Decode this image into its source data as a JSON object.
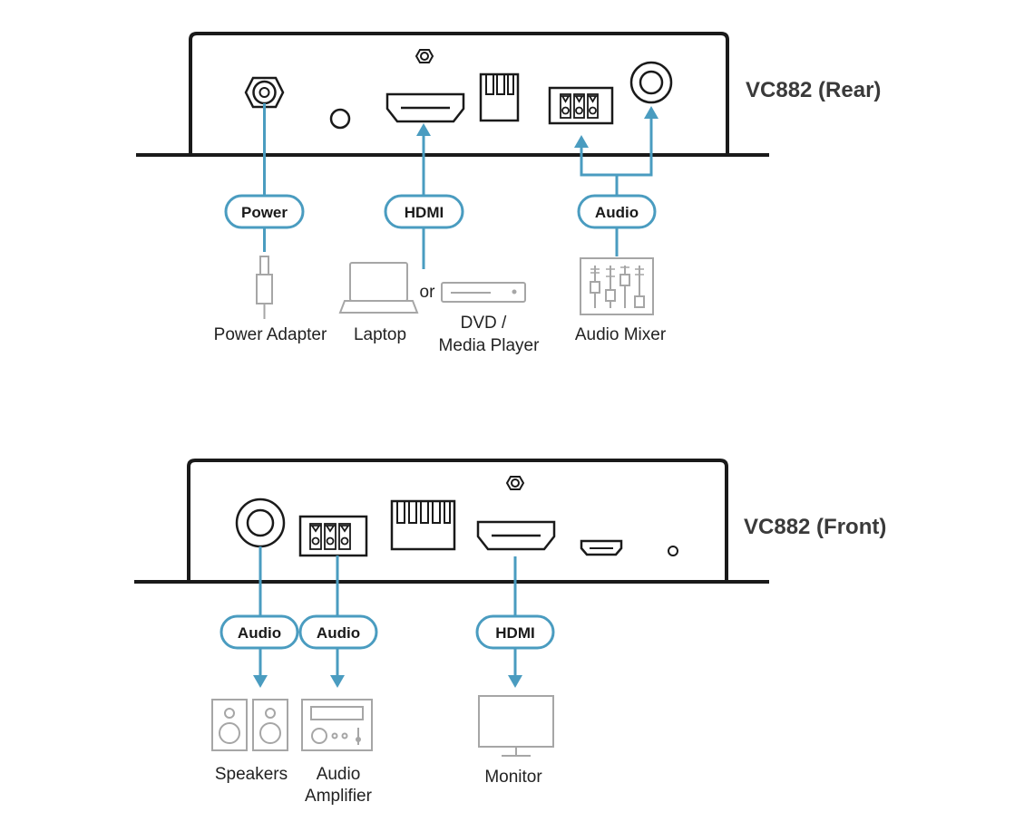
{
  "colors": {
    "connector": "#4a9cc0",
    "device": "#a6a6a6",
    "outline": "#1a1a1a"
  },
  "rear": {
    "title": "VC882 (Rear)",
    "pills": {
      "power": "Power",
      "hdmi": "HDMI",
      "audio": "Audio"
    },
    "labels": {
      "power_adapter": "Power Adapter",
      "laptop": "Laptop",
      "or": "or",
      "dvd_line1": "DVD /",
      "dvd_line2": "Media Player",
      "audio_mixer": "Audio Mixer"
    }
  },
  "front": {
    "title": "VC882 (Front)",
    "pills": {
      "audio_speakers": "Audio",
      "audio_amplifier": "Audio",
      "hdmi": "HDMI"
    },
    "labels": {
      "speakers": "Speakers",
      "amplifier_line1": "Audio",
      "amplifier_line2": "Amplifier",
      "monitor": "Monitor"
    }
  }
}
